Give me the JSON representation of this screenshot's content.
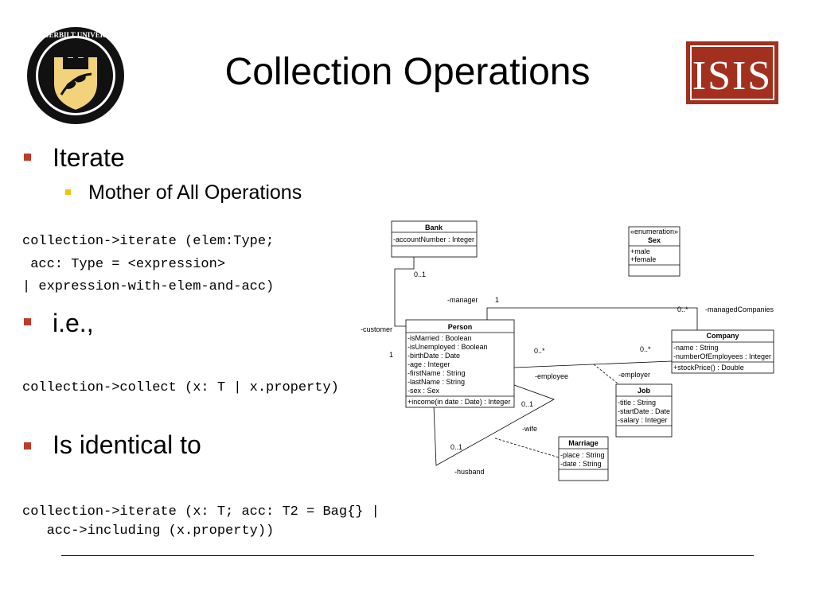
{
  "slide": {
    "title": "Collection Operations",
    "logo_left_text": "VANDERBILT UNIVERSITY",
    "logo_right_text": "ISIS"
  },
  "bullets": {
    "iterate": "Iterate",
    "mother": "Mother of All Operations",
    "ie": "i.e.,",
    "identical": "Is identical to"
  },
  "code": {
    "iterate_line1": "collection->iterate (elem:Type;",
    "iterate_line2": " acc: Type = <expression>",
    "iterate_line3": "| expression-with-elem-and-acc)",
    "collect": "collection->collect (x: T | x.property)",
    "equiv_line1": "collection->iterate (x: T; acc: T2 = Bag{} |",
    "equiv_line2": "   acc->including (x.property))"
  },
  "uml": {
    "bank": {
      "name": "Bank",
      "attrs": [
        "-accountNumber : Integer"
      ]
    },
    "sex": {
      "stereotype": "«enumeration»",
      "name": "Sex",
      "attrs": [
        "+male",
        "+female"
      ]
    },
    "person": {
      "name": "Person",
      "attrs": [
        "-isMarried : Boolean",
        "-isUnemployed : Boolean",
        "-birthDate : Date",
        "-age : Integer",
        "-firstName : String",
        "-lastName : String",
        "-sex : Sex"
      ],
      "ops": [
        "+income(in date : Date) : Integer"
      ]
    },
    "company": {
      "name": "Company",
      "attrs": [
        "-name : String",
        "-numberOfEmployees : Integer"
      ],
      "ops": [
        "+stockPrice() : Double"
      ]
    },
    "job": {
      "name": "Job",
      "attrs": [
        "-title : String",
        "-startDate : Date",
        "-salary : Integer"
      ]
    },
    "marriage": {
      "name": "Marriage",
      "attrs": [
        "-place : String",
        "-date : String"
      ]
    },
    "labels": {
      "bank_mult": "0..1",
      "customer": "-customer",
      "customer_mult": "1",
      "manager": "-manager",
      "manager_mult": "1",
      "managed_mult": "0..*",
      "managed": "-managedCompanies",
      "emp_person_mult": "0..*",
      "emp_company_mult": "0..*",
      "employee": "-employee",
      "employer": "-employer",
      "wife_mult": "0..1",
      "wife": "-wife",
      "husband_mult": "0..1",
      "husband": "-husband"
    }
  }
}
